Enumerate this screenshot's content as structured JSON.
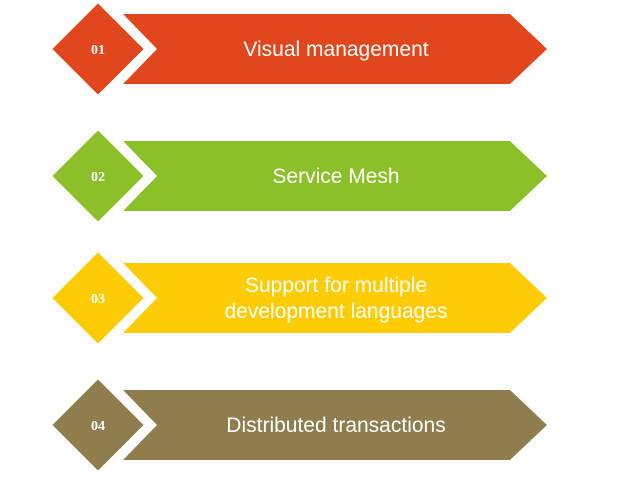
{
  "items": [
    {
      "number": "01",
      "lines": [
        "Visual management"
      ],
      "color": "#e2461c",
      "number_color": "#ffffff"
    },
    {
      "number": "02",
      "lines": [
        "Service Mesh"
      ],
      "color": "#8cc028",
      "number_color": "#ffffff"
    },
    {
      "number": "03",
      "lines": [
        "Support for multiple",
        "development languages"
      ],
      "color": "#fdcc05",
      "number_color": "#fde680"
    },
    {
      "number": "04",
      "lines": [
        "Distributed transactions"
      ],
      "color": "#8f7d4e",
      "number_color": "#ffffff"
    }
  ]
}
